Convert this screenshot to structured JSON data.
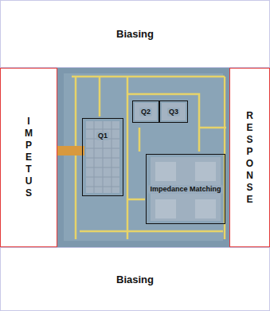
{
  "diagram": {
    "nodes": [
      {
        "text": [
          "Biasing"
        ]
      },
      {
        "text": [
          "IMPETUS"
        ]
      },
      {
        "text": [
          "Q1"
        ]
      },
      {
        "text": [
          "Q2"
        ]
      },
      {
        "text": [
          "Q3"
        ]
      },
      {
        "text": [
          "Impedance Matching"
        ]
      },
      {
        "text": [
          "RESPONSE"
        ]
      },
      {
        "text": [
          "Biasing"
        ]
      }
    ]
  }
}
